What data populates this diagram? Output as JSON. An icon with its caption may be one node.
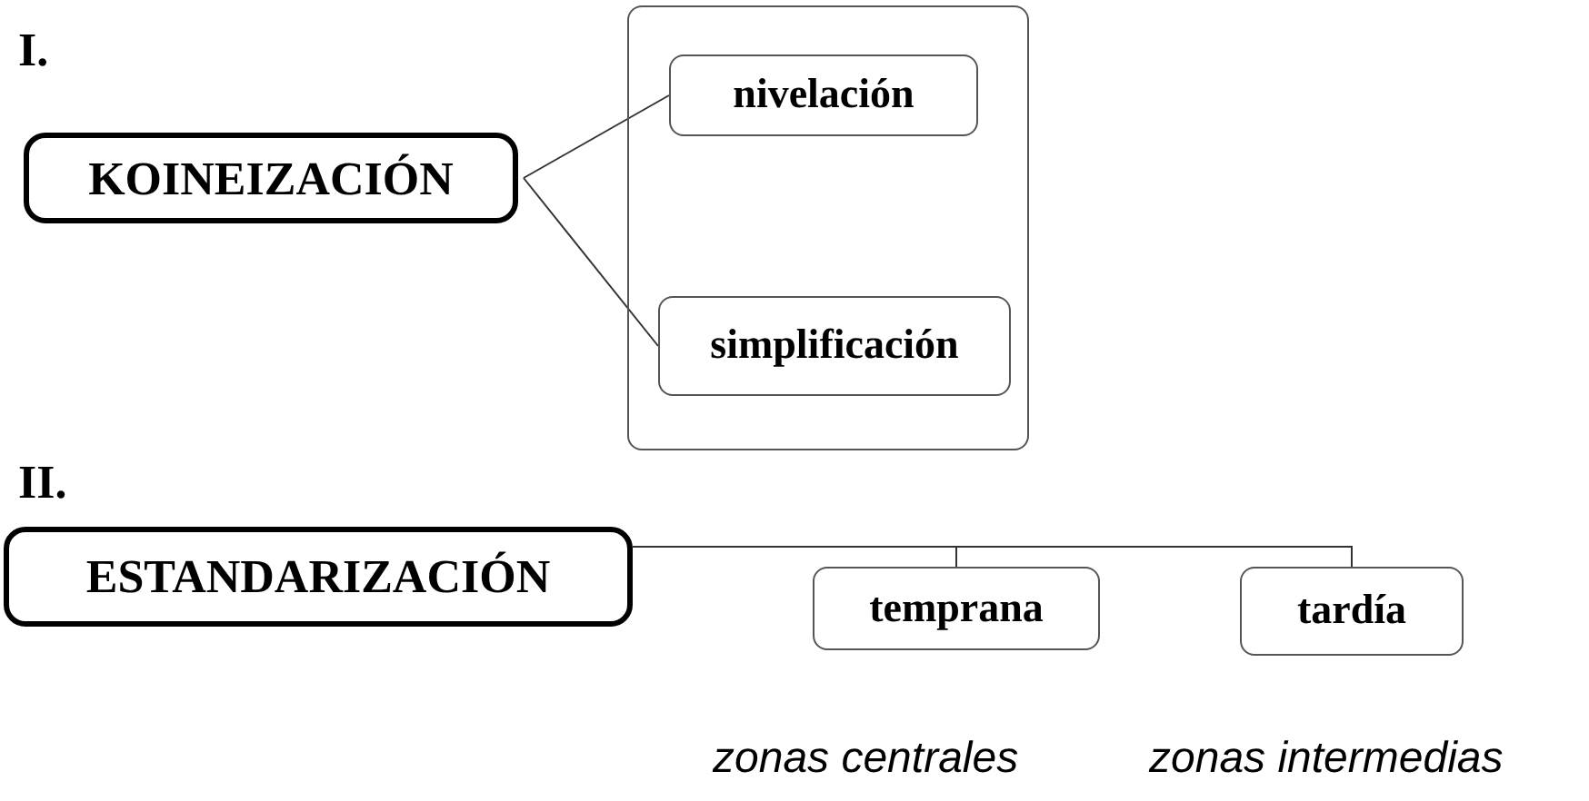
{
  "diagram": {
    "nodes": [
      {
        "text": [
          "KOINEIZACIÓN"
        ]
      },
      {
        "text": [],
        "shape": "box"
      },
      {
        "text": [
          "nivelación"
        ],
        "in": 1
      },
      {
        "text": [
          "simplificación"
        ],
        "in": 1
      },
      {
        "text": [
          "ESTANDARIZACIÓN"
        ]
      },
      {
        "text": [
          "temprana"
        ],
        "beside": [
          "zonas centrales"
        ]
      },
      {
        "text": [
          "tardía"
        ],
        "beside": [
          "zonas intermedias"
        ]
      }
    ],
    "edges": [
      {
        "from": 0,
        "to": 2,
        "arrow": "none"
      },
      {
        "from": 0,
        "to": 3,
        "arrow": "none"
      },
      {
        "from": 4,
        "to": 5,
        "arrow": "none"
      },
      {
        "from": 4,
        "to": 6,
        "arrow": "none"
      }
    ],
    "labels": [
      "I.",
      "II."
    ]
  }
}
